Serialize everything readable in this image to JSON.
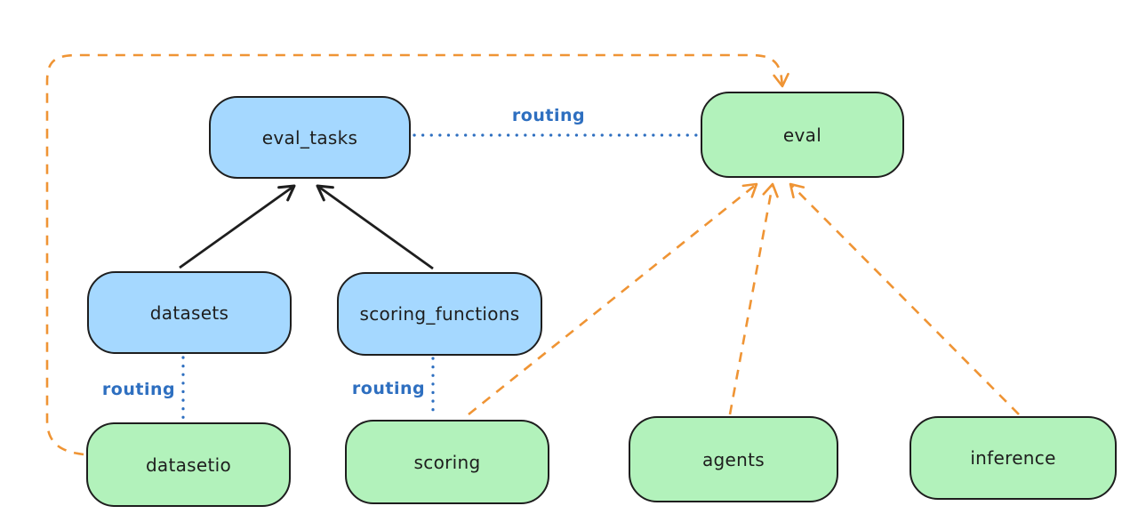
{
  "diagram": {
    "background_color": "#ffffff",
    "palette": {
      "blue_node_fill": "#a5d8ff",
      "green_node_fill": "#b2f2bb",
      "node_border": "#1e1e1e",
      "black_arrow": "#1e1e1e",
      "orange_arrow": "#ef9434",
      "routing_blue": "#2e6fc0"
    },
    "nodes": [
      {
        "id": "eval_tasks",
        "label": "eval_tasks",
        "color": "blue"
      },
      {
        "id": "eval",
        "label": "eval",
        "color": "green"
      },
      {
        "id": "datasets",
        "label": "datasets",
        "color": "blue"
      },
      {
        "id": "scoring_functions",
        "label": "scoring_functions",
        "color": "blue"
      },
      {
        "id": "datasetio",
        "label": "datasetio",
        "color": "green"
      },
      {
        "id": "scoring",
        "label": "scoring",
        "color": "green"
      },
      {
        "id": "agents",
        "label": "agents",
        "color": "green"
      },
      {
        "id": "inference",
        "label": "inference",
        "color": "green"
      }
    ],
    "edges": [
      {
        "from": "datasets",
        "to": "eval_tasks",
        "style": "solid-black-arrow"
      },
      {
        "from": "scoring_functions",
        "to": "eval_tasks",
        "style": "solid-black-arrow"
      },
      {
        "from": "eval_tasks",
        "to": "eval",
        "style": "dotted-blue",
        "label": "routing"
      },
      {
        "from": "datasets",
        "to": "datasetio",
        "style": "dotted-blue",
        "label": "routing"
      },
      {
        "from": "scoring_functions",
        "to": "scoring",
        "style": "dotted-blue",
        "label": "routing"
      },
      {
        "from": "datasetio",
        "to": "eval",
        "style": "dashed-orange-arrow"
      },
      {
        "from": "scoring",
        "to": "eval",
        "style": "dashed-orange-arrow"
      },
      {
        "from": "agents",
        "to": "eval",
        "style": "dashed-orange-arrow"
      },
      {
        "from": "inference",
        "to": "eval",
        "style": "dashed-orange-arrow"
      }
    ],
    "edge_labels": {
      "routing_top": "routing",
      "routing_datasets": "routing",
      "routing_scoring": "routing"
    }
  }
}
